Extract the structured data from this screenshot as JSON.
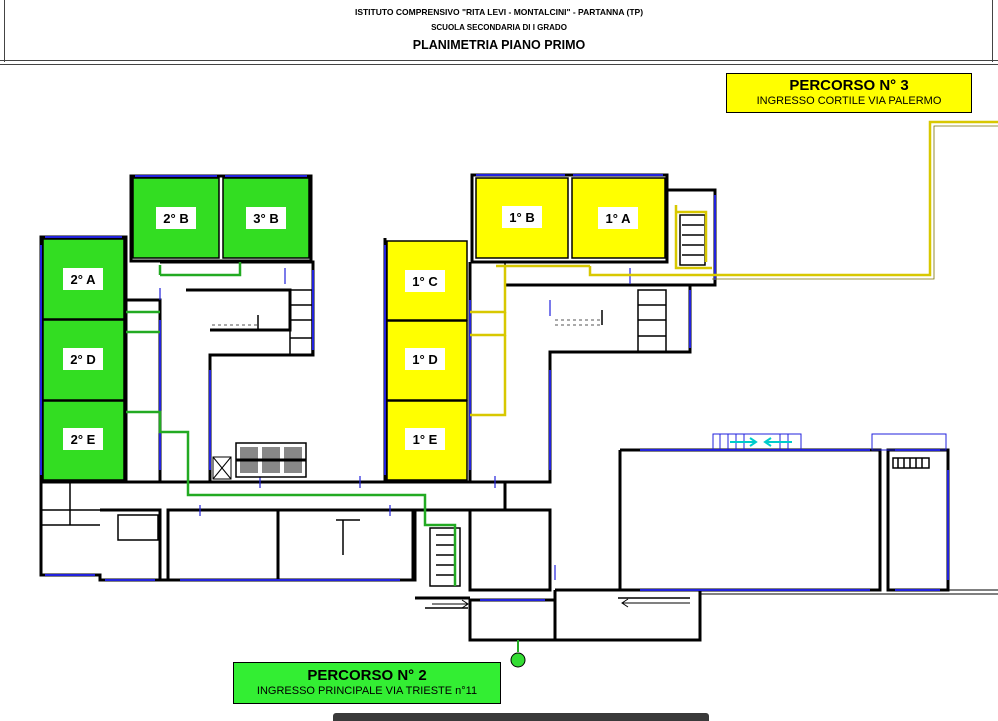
{
  "header": {
    "line1": "ISTITUTO COMPRENSIVO \"RITA LEVI - MONTALCINI\" - PARTANNA (TP)",
    "line2": "SCUOLA SECONDARIA DI I GRADO",
    "title": "PLANIMETRIA PIANO PRIMO"
  },
  "routes": {
    "percorso3": {
      "title": "PERCORSO N° 3",
      "subtitle": "INGRESSO CORTILE VIA PALERMO",
      "color": "#ffff00"
    },
    "percorso2": {
      "title": "PERCORSO N° 2",
      "subtitle": "INGRESSO PRINCIPALE VIA TRIESTE n°11",
      "color": "#33ee33"
    }
  },
  "colors": {
    "green_room": "#33dd22",
    "yellow_room": "#ffff00",
    "wall": "#000000",
    "window": "#2222dd",
    "green_path": "#22aa22",
    "yellow_path": "#d8c800"
  },
  "classrooms": {
    "r2b": "2° B",
    "r3b": "3° B",
    "r2a": "2° A",
    "r2d": "2° D",
    "r2e": "2° E",
    "r1b": "1° B",
    "r1a": "1° A",
    "r1c": "1° C",
    "r1d": "1° D",
    "r1e": "1° E"
  }
}
